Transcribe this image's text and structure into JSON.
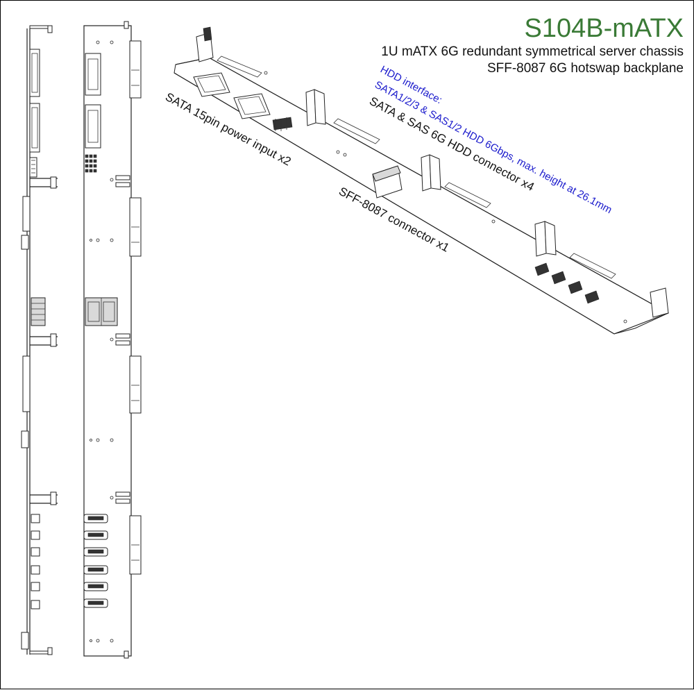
{
  "header": {
    "title": "S104B-mATX",
    "subtitle_line1": "1U mATX 6G redundant symmetrical server chassis",
    "subtitle_line2": "SFF-8087 6G hotswap backplane"
  },
  "colors": {
    "title": "#3a7a36",
    "annotation_blue": "#1a1acc",
    "text": "#111111"
  },
  "annotations": {
    "power": "SATA 15pin power input x2",
    "hdd_connector": "SATA & SAS 6G HDD connector x4",
    "sff": "SFF-8087 connector x1",
    "hdd_interface_line1": "HDD interface:",
    "hdd_interface_line2": "SATA1/2/3 & SAS1/2 HDD 6Gbps, max. height at 26.1mm"
  }
}
